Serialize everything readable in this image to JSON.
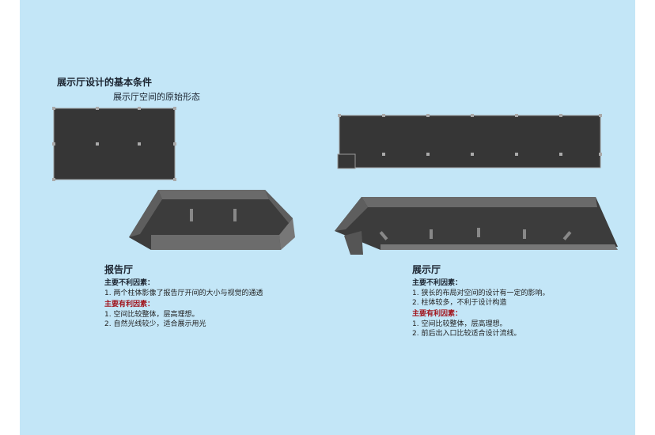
{
  "title": "展示厅设计的基本条件",
  "subtitle": "展示厅空间的原始形态",
  "halls": [
    {
      "name": "报告厅",
      "neg_heading": "主要不利因素：",
      "neg_items": [
        "1.  两个柱体影像了报告厅开间的大小与视觉的通透"
      ],
      "pos_heading": "主要有利因素：",
      "pos_items": [
        "1.  空间比较整体，层高理想。",
        "2.  自然光线较少，适合展示用光"
      ]
    },
    {
      "name": "展示厅",
      "neg_heading": "主要不利因素：",
      "neg_items": [
        "1.  狭长的布局对空间的设计有一定的影响。",
        "2.  柱体较多，不利于设计构造"
      ],
      "pos_heading": "主要有利因素：",
      "pos_items": [
        "1.  空间比较整体，层高理想。",
        "2.  前后出入口比较适合设计流线。"
      ]
    }
  ],
  "colors": {
    "background": "#c3e6f7",
    "floor": "#3a3a3a",
    "wall": "#555555",
    "positive_heading": "#a1141c"
  }
}
